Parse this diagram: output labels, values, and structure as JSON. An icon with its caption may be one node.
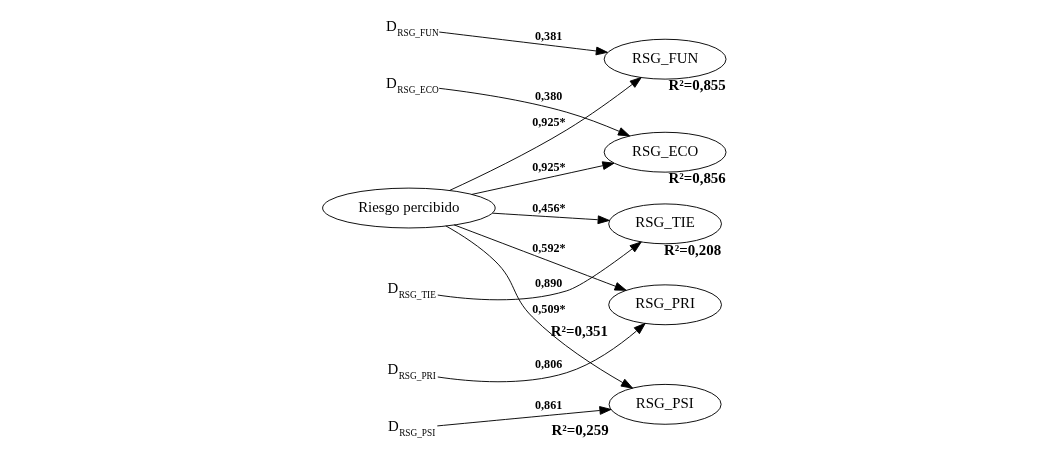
{
  "diagram": {
    "nodes": [
      {
        "text": [
          "D$_{RSG_ECO}$"
        ]
      },
      {
        "text": [
          "RSG_ECO"
        ],
        "beside": [
          "R²=0,856"
        ]
      },
      {
        "text": [
          "RSG_FUN"
        ],
        "beside": [
          "R²=0,855"
        ]
      },
      {
        "text": [
          "D$_{RSG_FUN}$"
        ]
      },
      {
        "text": [
          "D$_{RSG_PRI}$"
        ]
      },
      {
        "text": [
          "RSG_PRI"
        ],
        "beside": [
          "R²=0,351"
        ]
      },
      {
        "text": [
          "Riesgo percibido"
        ]
      },
      {
        "text": [
          "D$_{RSG_PSI}$"
        ]
      },
      {
        "text": [
          "RSG_PSI"
        ],
        "beside": [
          "R²=0,259"
        ]
      },
      {
        "text": [
          "RSG_TIE"
        ],
        "beside": [
          "R²=0,208"
        ]
      },
      {
        "text": [
          "D$_{RSG_TIE}$"
        ]
      }
    ],
    "edges": [
      {
        "from": 0,
        "to": 1,
        "arrow": "to",
        "label": "0,380"
      },
      {
        "from": 3,
        "to": 2,
        "arrow": "to",
        "label": "0,381"
      },
      {
        "from": 6,
        "to": 1,
        "arrow": "to",
        "label": "0,925*"
      },
      {
        "from": 6,
        "to": 2,
        "arrow": "to",
        "label": "0,925*"
      },
      {
        "from": 4,
        "to": 5,
        "arrow": "to",
        "label": "0,806"
      },
      {
        "from": 6,
        "to": 5,
        "arrow": "to",
        "label": "0,592*"
      },
      {
        "from": 6,
        "to": 8,
        "arrow": "to",
        "label": "0,509*"
      },
      {
        "from": 6,
        "to": 9,
        "arrow": "to",
        "label": "0,456*"
      },
      {
        "from": 7,
        "to": 8,
        "arrow": "to",
        "label": "0,861"
      },
      {
        "from": 10,
        "to": 9,
        "arrow": "to",
        "label": "0,890"
      }
    ]
  }
}
